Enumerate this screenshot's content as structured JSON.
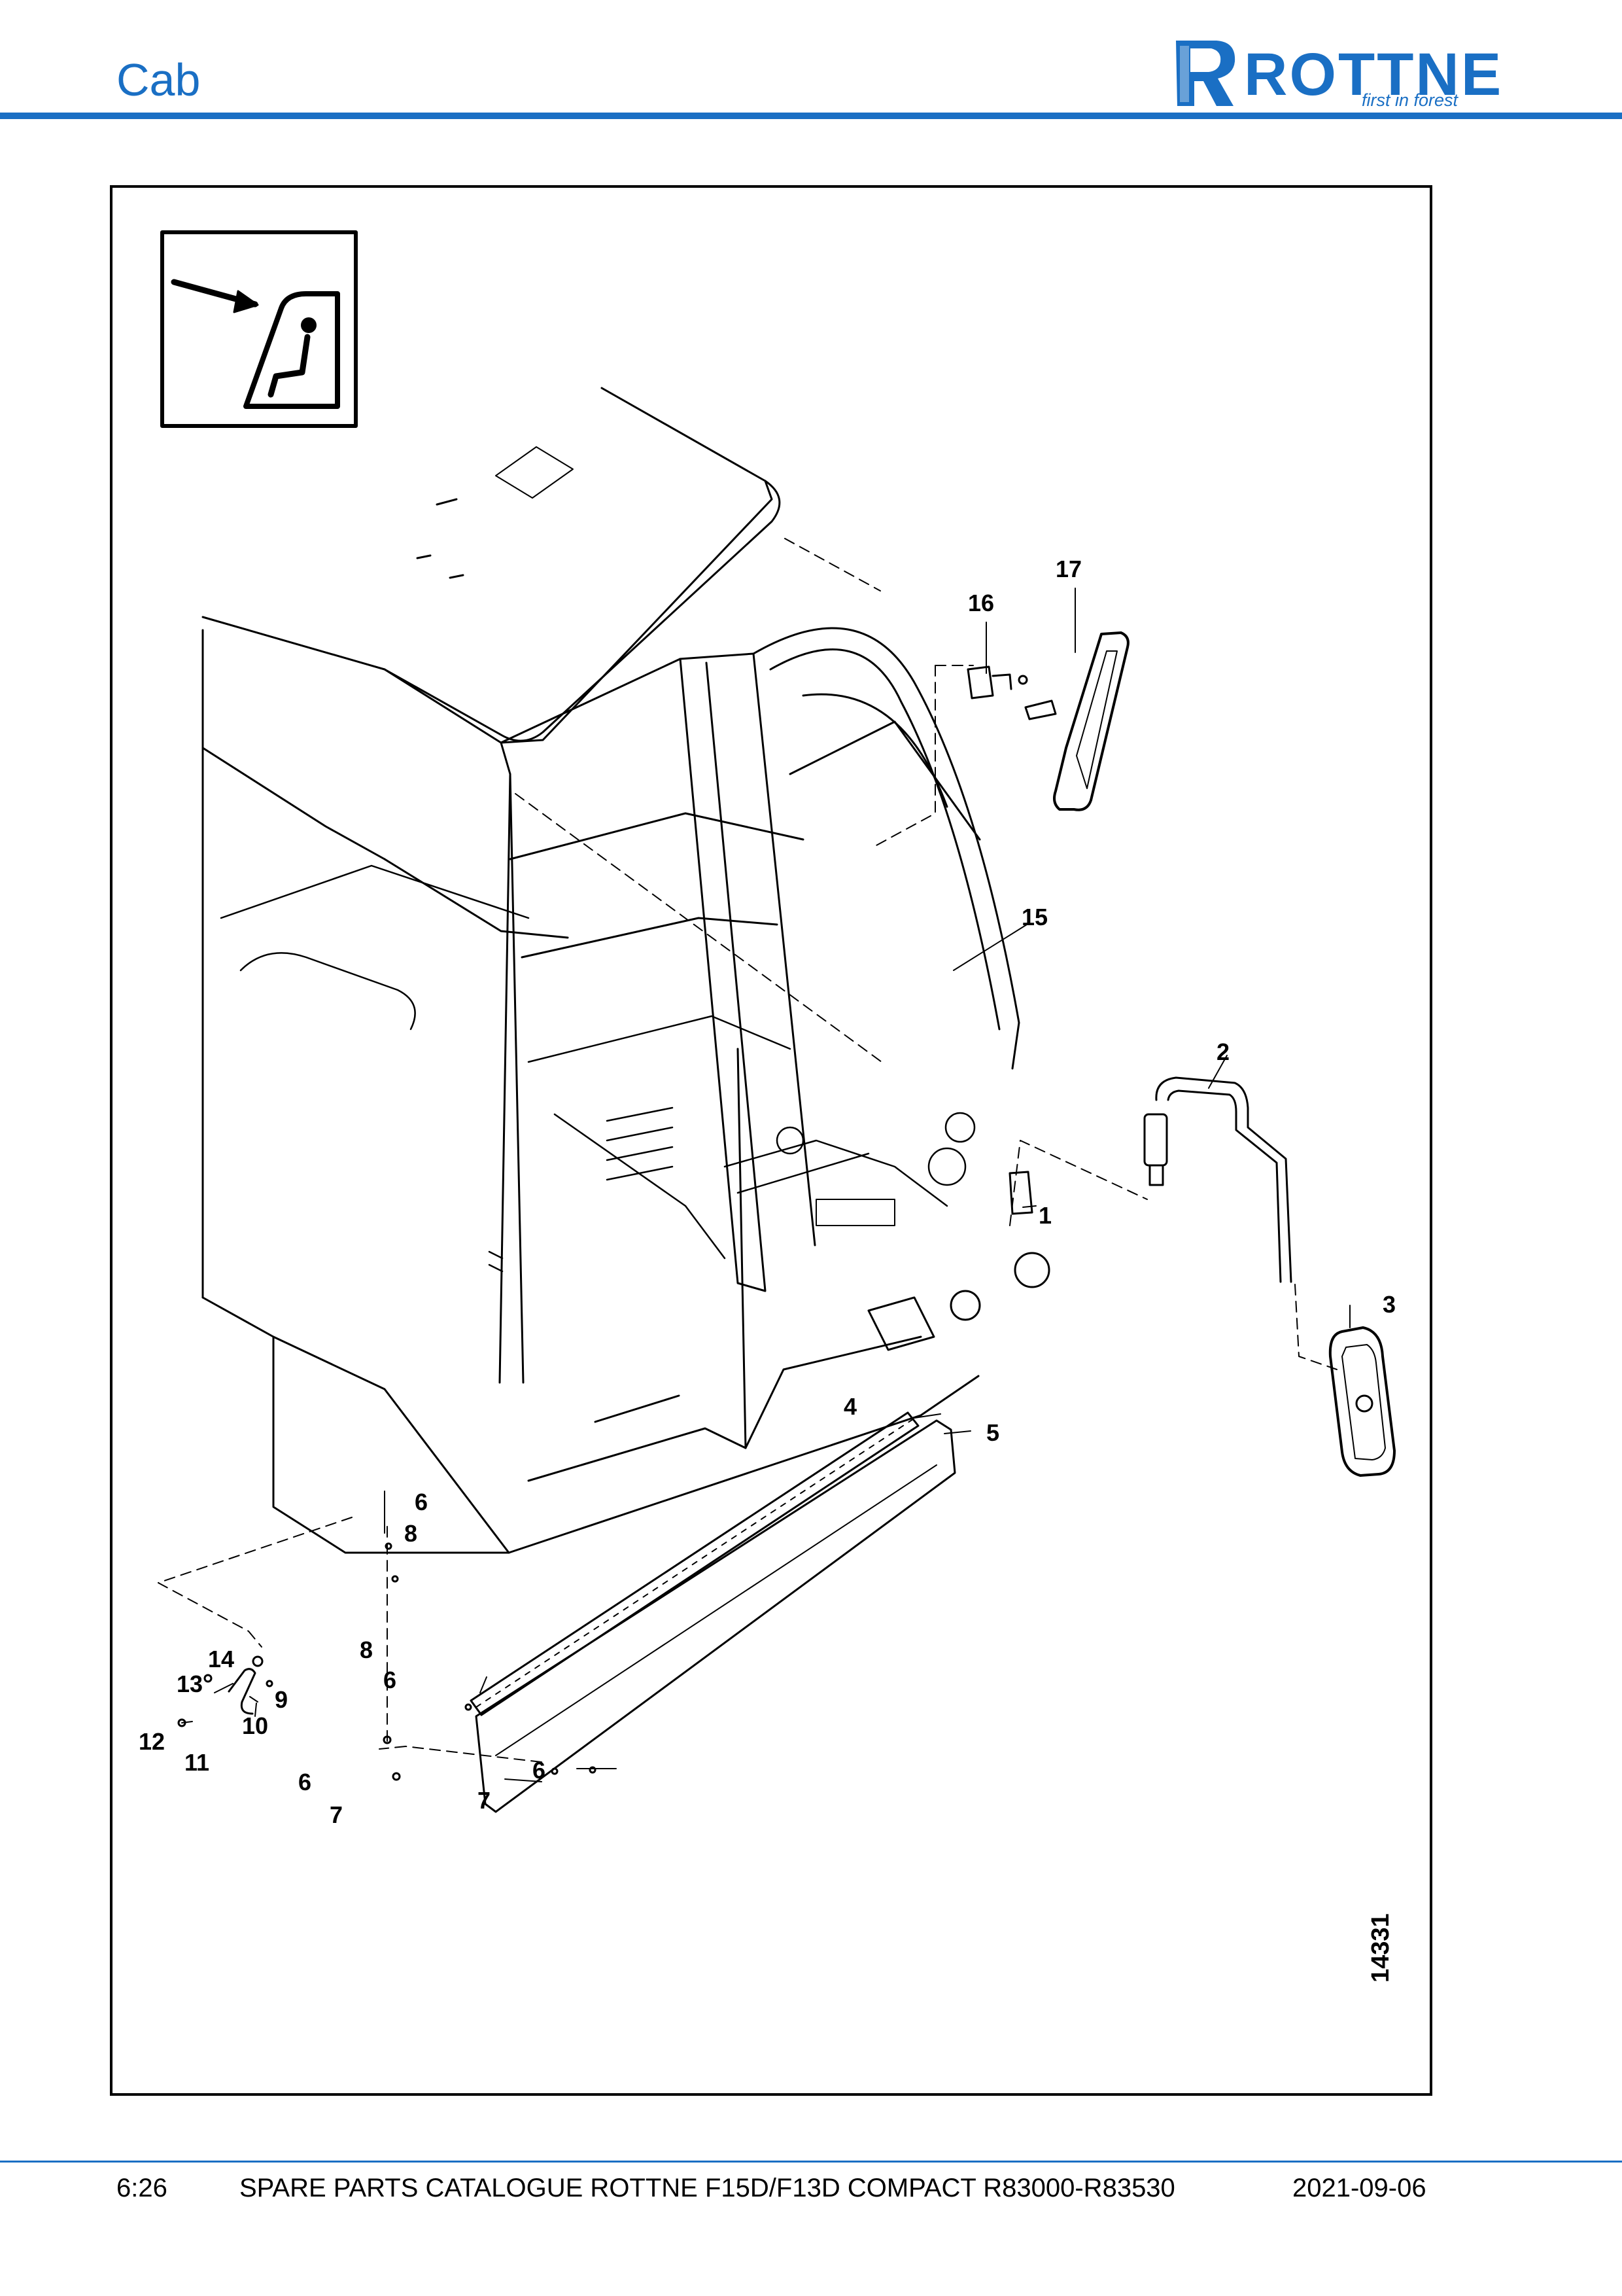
{
  "header": {
    "title": "Cab",
    "logo_word": "ROTTNE",
    "logo_tagline": "first in forest",
    "brand_color": "#1a6fc4"
  },
  "figure": {
    "drawing_number": "14331",
    "callouts": [
      "17",
      "16",
      "15",
      "2",
      "1",
      "3",
      "4",
      "5",
      "6",
      "8",
      "14",
      "13",
      "9",
      "10",
      "12",
      "11",
      "8",
      "6",
      "6",
      "7",
      "6",
      "7"
    ]
  },
  "footer": {
    "page": "6:26",
    "catalogue": "SPARE PARTS CATALOGUE ROTTNE F15D/F13D COMPACT R83000-R83530",
    "date": "2021-09-06"
  }
}
